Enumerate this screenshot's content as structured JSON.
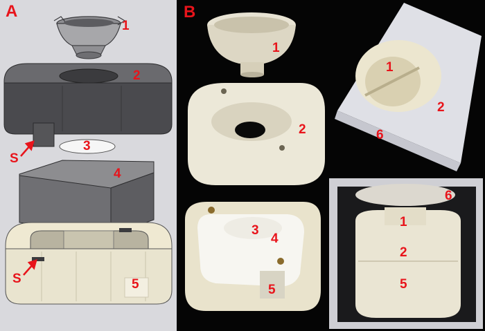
{
  "panels": {
    "a": {
      "letter": "A"
    },
    "b": {
      "letter": "B"
    }
  },
  "panel_a_labels": {
    "part1": "1",
    "part2": "2",
    "part3": "3",
    "part4": "4",
    "part5": "5",
    "s_upper": "S",
    "s_lower": "S"
  },
  "panel_b_labels": {
    "photo1_part1": "1",
    "photo2_part2": "2",
    "photo3_part1": "1",
    "photo3_part2": "2",
    "photo3_part6": "6",
    "photo4_part3": "3",
    "photo4_part4": "4",
    "photo4_part5": "5",
    "photo5_part6": "6",
    "photo5_part1": "1",
    "photo5_part2": "2",
    "photo5_part5": "5"
  },
  "colors": {
    "label_red": "#e8141b",
    "cad_background": "#d9d9dd",
    "photo_background": "#050505",
    "dark_gray_part": "#4a4a4e",
    "beige_part": "#e9e4cf"
  }
}
